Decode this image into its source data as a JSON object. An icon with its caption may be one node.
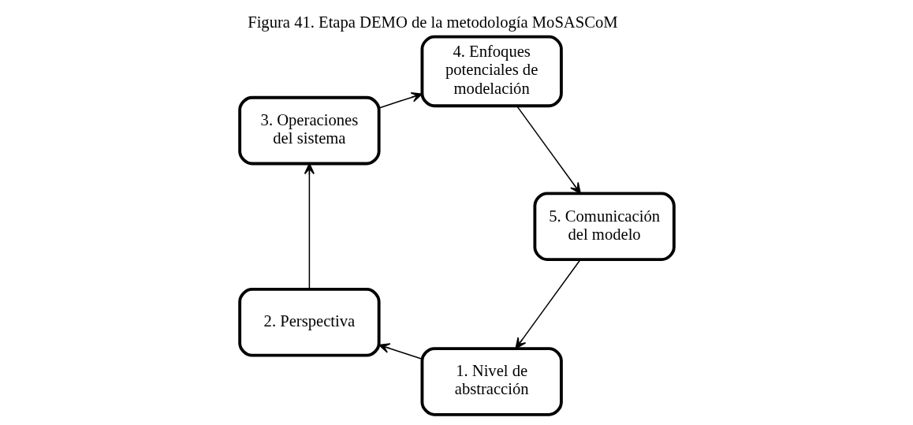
{
  "diagram": {
    "title": "Figura 41. Etapa DEMO de la metodología MoSASCoM",
    "nodes": [
      {
        "text": [
          "1. Nivel de abstracción"
        ]
      },
      {
        "text": [
          "2. Perspectiva"
        ]
      },
      {
        "text": [
          "3. Operaciones del sistema"
        ]
      },
      {
        "text": [
          "4. Enfoques potenciales de modelación"
        ]
      },
      {
        "text": [
          "5. Comunicación del modelo"
        ]
      }
    ],
    "edges": [
      {
        "from": 0,
        "to": 1,
        "arrow": "to"
      },
      {
        "from": 1,
        "to": 2,
        "arrow": "to"
      },
      {
        "from": 2,
        "to": 3,
        "arrow": "to"
      },
      {
        "from": 3,
        "to": 4,
        "arrow": "to"
      },
      {
        "from": 4,
        "to": 0,
        "arrow": "to"
      }
    ]
  }
}
